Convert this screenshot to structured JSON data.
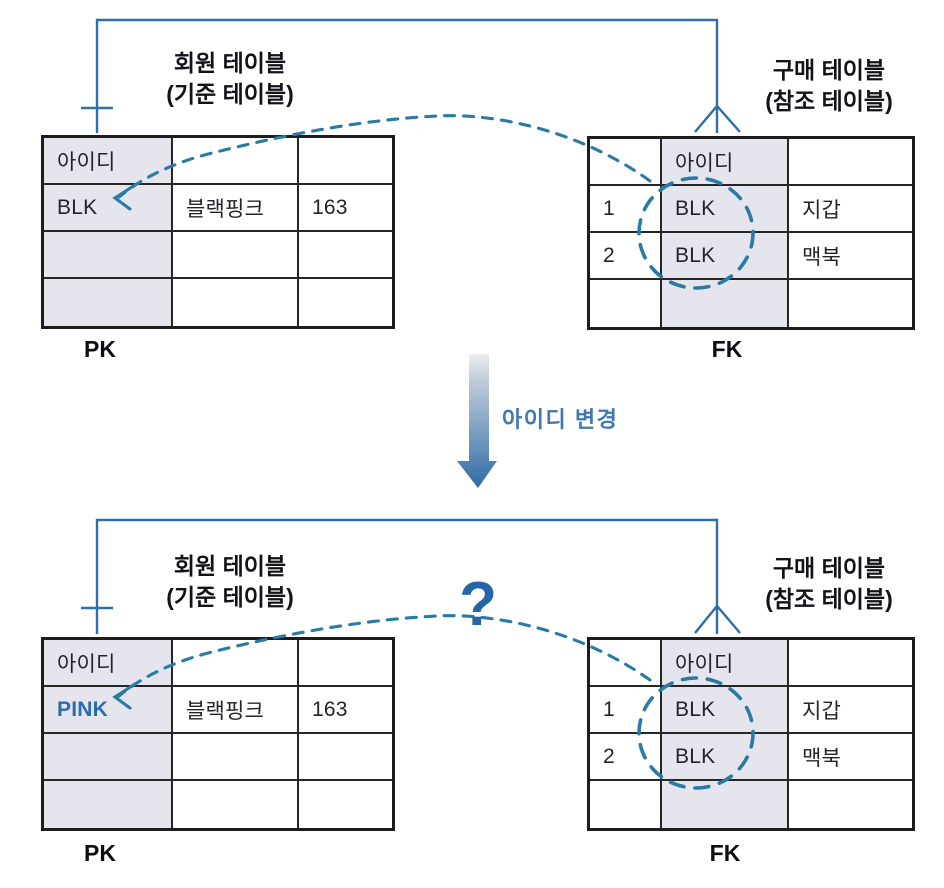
{
  "colors": {
    "relationship_line": "#2f6ea6",
    "reference_dash": "#2b7aa3",
    "highlight_blue": "#2a6cad",
    "column_shade": "#e5e5ee",
    "table_border": "#1d1d1d",
    "arrow_gradient_top": "#dfe5ec",
    "arrow_gradient_bottom": "#2e6ca5"
  },
  "before": {
    "member_table": {
      "title": [
        "회원 테이블",
        "(기준 테이블)"
      ],
      "key": "PK",
      "columns": [
        "아이디",
        "",
        ""
      ],
      "rows": [
        [
          "BLK",
          "블랙핑크",
          "163"
        ],
        [
          "",
          "",
          ""
        ],
        [
          "",
          "",
          ""
        ]
      ]
    },
    "purchase_table": {
      "title": [
        "구매 테이블",
        "(참조 테이블)"
      ],
      "key": "FK",
      "columns": [
        "",
        "아이디",
        ""
      ],
      "rows": [
        [
          "1",
          "BLK",
          "지갑"
        ],
        [
          "2",
          "BLK",
          "맥북"
        ],
        [
          "",
          "",
          ""
        ]
      ]
    }
  },
  "transition": {
    "label": "아이디 변경"
  },
  "after": {
    "member_table": {
      "title": [
        "회원 테이블",
        "(기준 테이블)"
      ],
      "key": "PK",
      "columns": [
        "아이디",
        "",
        ""
      ],
      "rows": [
        [
          "PINK",
          "블랙핑크",
          "163"
        ],
        [
          "",
          "",
          ""
        ],
        [
          "",
          "",
          ""
        ]
      ]
    },
    "purchase_table": {
      "title": [
        "구매 테이블",
        "(참조 테이블)"
      ],
      "key": "FK",
      "columns": [
        "",
        "아이디",
        ""
      ],
      "rows": [
        [
          "1",
          "BLK",
          "지갑"
        ],
        [
          "2",
          "BLK",
          "맥북"
        ],
        [
          "",
          "",
          ""
        ]
      ]
    },
    "question_mark": "?"
  }
}
